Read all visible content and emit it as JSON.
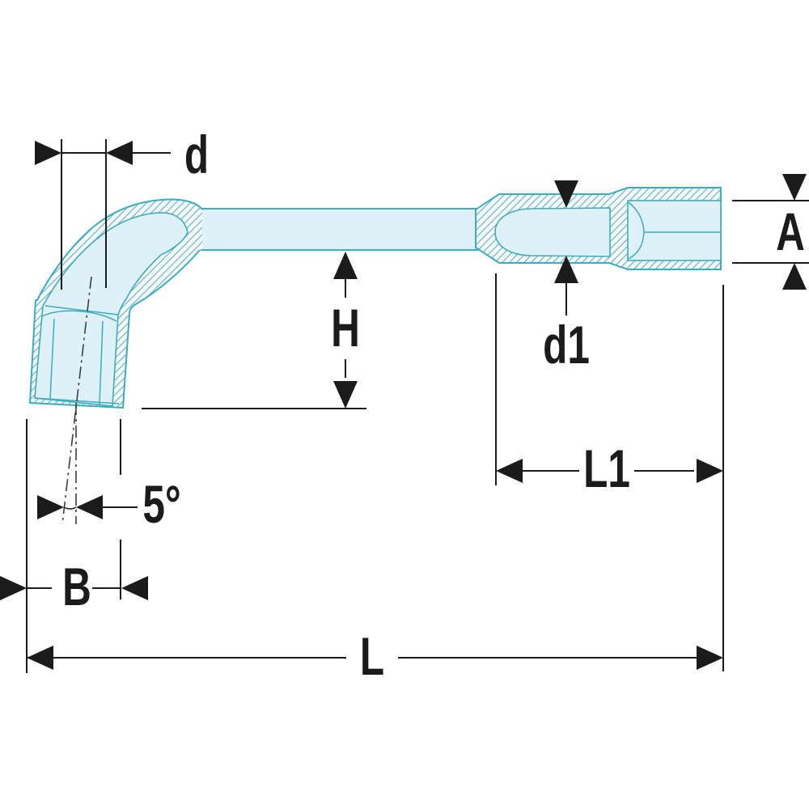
{
  "diagram": {
    "title": "Angled socket wrench dimensional drawing",
    "labels": {
      "d": "d",
      "A": "A",
      "H": "H",
      "d1": "d1",
      "L1": "L1",
      "angle": "5°",
      "B": "B",
      "L": "L"
    },
    "colors": {
      "tool_outline": "#3cacc0",
      "tool_fill": "#def0f8",
      "hatch_line": "#74b6c6",
      "hatch_background": "#f6fbfd",
      "dimension": "#1b1b1b",
      "centerline": "#3d3d3d",
      "background": "#ffffff"
    }
  }
}
